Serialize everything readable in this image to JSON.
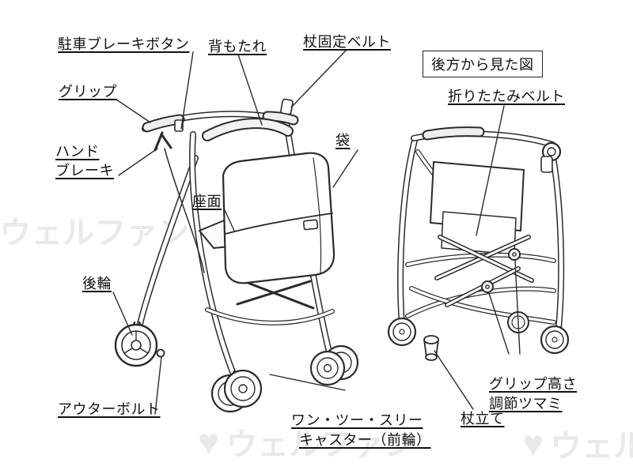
{
  "watermark": {
    "text": "ウェルファン",
    "heart": "♥"
  },
  "rear_view_caption": "後方から見た図",
  "labels": {
    "parking_brake": "駐車ブレーキボタン",
    "backrest": "背もたれ",
    "cane_belt": "杖固定ベルト",
    "grip": "グリップ",
    "hand_brake": "ハンド\nブレーキ",
    "seat": "座面",
    "bag": "袋",
    "rear_wheel": "後輪",
    "outer_bolt": "アウターボルト",
    "caster_line1": "ワン・ツー・スリー",
    "caster_line2": "キャスター（前輪）",
    "folding_belt": "折りたたみベルト",
    "grip_height_line1": "グリップ高さ",
    "grip_height_line2": "調節ツマミ",
    "cane_stand": "杖立て"
  },
  "colors": {
    "line": "#2b2b2b",
    "text": "#111111",
    "watermark": "#e9e9e9"
  }
}
